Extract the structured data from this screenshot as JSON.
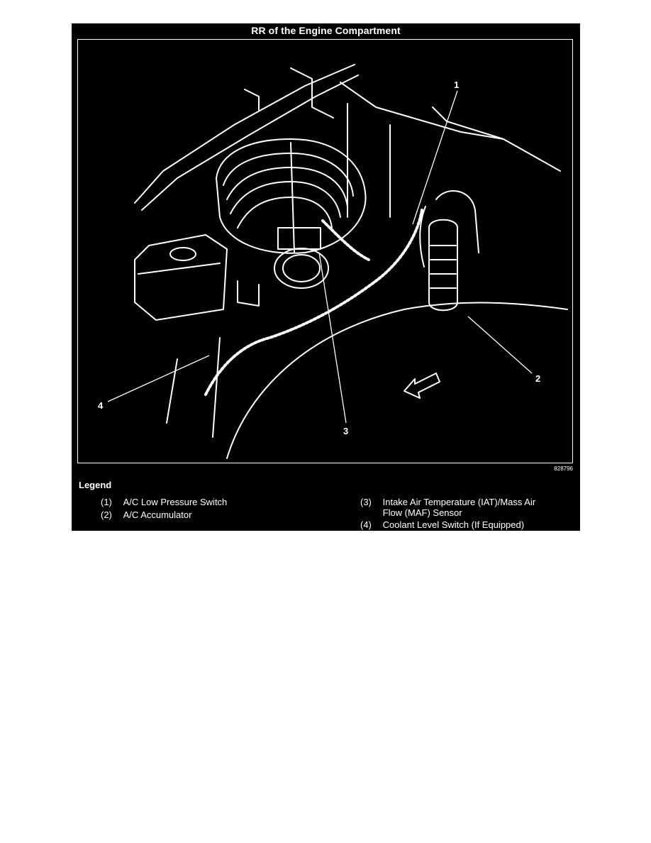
{
  "figure": {
    "title": "RR of the Engine Compartment",
    "figure_id": "828796",
    "callouts": [
      "1",
      "2",
      "3",
      "4"
    ]
  },
  "legend": {
    "title": "Legend",
    "items": [
      {
        "num": "(1)",
        "text": "A/C Low Pressure Switch"
      },
      {
        "num": "(2)",
        "text": "A/C Accumulator"
      },
      {
        "num": "(3)",
        "text": "Intake Air Temperature (IAT)/Mass Air Flow (MAF) Sensor"
      },
      {
        "num": "(4)",
        "text": "Coolant Level Switch (If Equipped)"
      }
    ]
  },
  "colors": {
    "background": "#000000",
    "linework": "#ffffff",
    "page": "#ffffff"
  }
}
